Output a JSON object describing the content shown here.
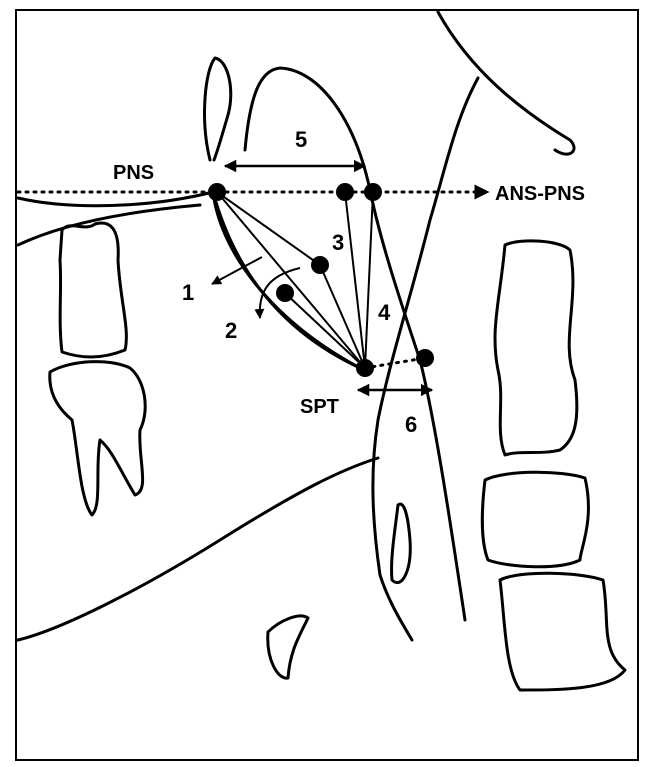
{
  "labels": {
    "pns": "PNS",
    "ans_pns": "ANS-PNS",
    "spt": "SPT"
  },
  "measurements": [
    "1",
    "2",
    "3",
    "4",
    "5",
    "6"
  ],
  "colors": {
    "ink": "#000000",
    "background": "#ffffff"
  }
}
